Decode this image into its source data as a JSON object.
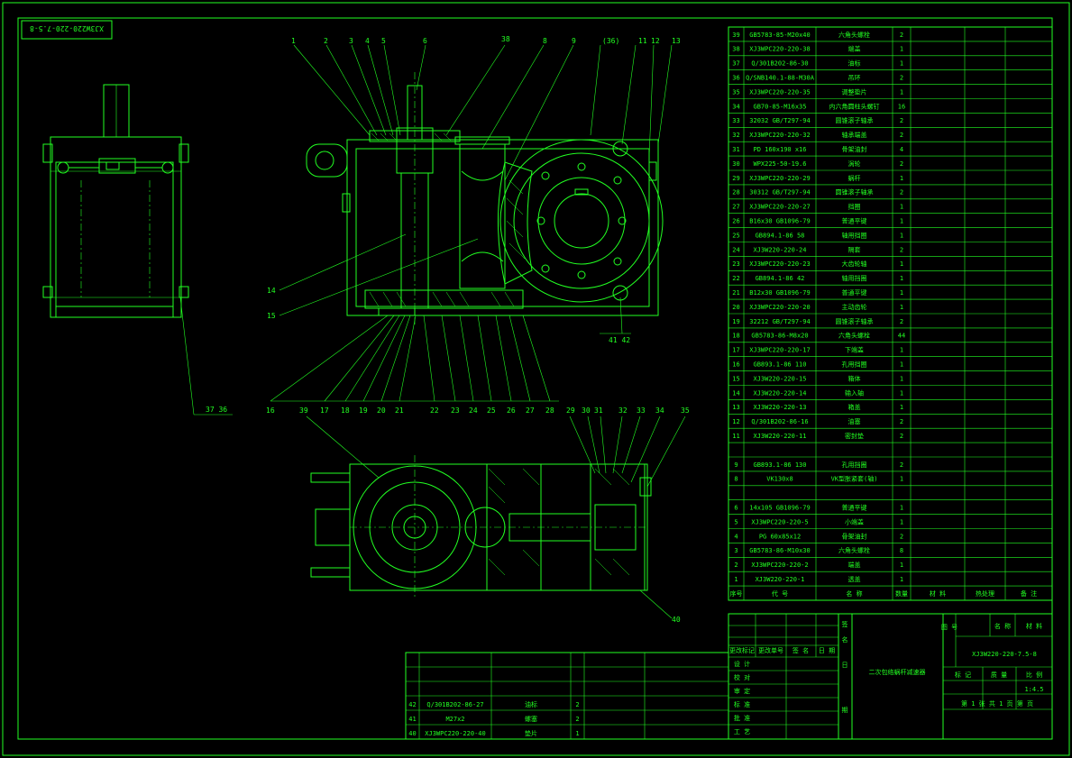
{
  "stamp": "XJ3W220-220-7.5-8",
  "drawing": {
    "top_view_labels": [
      "1",
      "2",
      "3",
      "4",
      "5",
      "6",
      "38",
      "8",
      "9",
      "(36)",
      "11",
      "12",
      "13"
    ],
    "side_labels": [
      "14",
      "15"
    ],
    "corner_labels": [
      "41 42",
      "37 36"
    ],
    "bottom_labels": [
      "16",
      "17",
      "18",
      "19",
      "20",
      "21",
      "22",
      "23",
      "24",
      "25",
      "26",
      "27",
      "28"
    ],
    "plan_labels": [
      "39",
      "29",
      "30",
      "31",
      "32",
      "33",
      "34",
      "35",
      "40"
    ]
  },
  "parts_list": {
    "rows": [
      {
        "no": "39",
        "code": "GB5783-85-M20x40",
        "name": "六角头螺栓",
        "qty": "2"
      },
      {
        "no": "38",
        "code": "XJ3WPC220-220-38",
        "name": "端盖",
        "qty": "1"
      },
      {
        "no": "37",
        "code": "Q/301B202-86-30",
        "name": "油标",
        "qty": "1"
      },
      {
        "no": "36",
        "code": "Q/SNB140.1-88-M30A",
        "name": "吊环",
        "qty": "2"
      },
      {
        "no": "35",
        "code": "XJ3WPC220-220-35",
        "name": "调整垫片",
        "qty": "1"
      },
      {
        "no": "34",
        "code": "GB70-85-M16x35",
        "name": "内六角圆柱头螺钉",
        "qty": "16"
      },
      {
        "no": "33",
        "code": "32032 GB/T297-94",
        "name": "圆锥滚子轴承",
        "qty": "2"
      },
      {
        "no": "32",
        "code": "XJ3WPC220-220-32",
        "name": "轴承端盖",
        "qty": "2"
      },
      {
        "no": "31",
        "code": "PD 160x190 x16",
        "name": "骨架油封",
        "qty": "4"
      },
      {
        "no": "30",
        "code": "WPX225-50-19.6",
        "name": "涡轮",
        "qty": "2"
      },
      {
        "no": "29",
        "code": "XJ3WPC220-220-29",
        "name": "蜗杆",
        "qty": "1"
      },
      {
        "no": "28",
        "code": "30312 GB/T297-94",
        "name": "圆锥滚子轴承",
        "qty": "2"
      },
      {
        "no": "27",
        "code": "XJ3WPC220-220-27",
        "name": "挡圈",
        "qty": "1"
      },
      {
        "no": "26",
        "code": "B16x30 GB1096-79",
        "name": "普通平键",
        "qty": "1"
      },
      {
        "no": "25",
        "code": "GB894.1-86 58",
        "name": "轴用挡圈",
        "qty": "1"
      },
      {
        "no": "24",
        "code": "XJ3W220-220-24",
        "name": "隔套",
        "qty": "2"
      },
      {
        "no": "23",
        "code": "XJ3WPC220-220-23",
        "name": "大齿轮轴",
        "qty": "1"
      },
      {
        "no": "22",
        "code": "GB894.1-86 42",
        "name": "轴用挡圈",
        "qty": "1"
      },
      {
        "no": "21",
        "code": "B12x30 GB1096-79",
        "name": "普通平键",
        "qty": "1"
      },
      {
        "no": "20",
        "code": "XJ3WPC220-220-20",
        "name": "主动齿轮",
        "qty": "1"
      },
      {
        "no": "19",
        "code": "32212 GB/T297-94",
        "name": "圆锥滚子轴承",
        "qty": "2"
      },
      {
        "no": "18",
        "code": "GB5783-86-M8x20",
        "name": "六角头螺栓",
        "qty": "44"
      },
      {
        "no": "17",
        "code": "XJ3WPC220-220-17",
        "name": "下端盖",
        "qty": "1"
      },
      {
        "no": "16",
        "code": "GB893.1-86 110",
        "name": "孔用挡圈",
        "qty": "1"
      },
      {
        "no": "15",
        "code": "XJ3W220-220-15",
        "name": "箱体",
        "qty": "1"
      },
      {
        "no": "14",
        "code": "XJ3W220-220-14",
        "name": "输入轴",
        "qty": "1"
      },
      {
        "no": "13",
        "code": "XJ3W220-220-13",
        "name": "箱盖",
        "qty": "1"
      },
      {
        "no": "12",
        "code": "Q/301B202-86-16",
        "name": "油塞",
        "qty": "2"
      },
      {
        "no": "11",
        "code": "XJ3W220-220-11",
        "name": "密封垫",
        "qty": "2"
      },
      {
        "no": "",
        "code": "",
        "name": "",
        "qty": ""
      },
      {
        "no": "9",
        "code": "GB893.1-86 130",
        "name": "孔用挡圈",
        "qty": "2"
      },
      {
        "no": "8",
        "code": "VK130x8",
        "name": "VK型胀紧套(轴)",
        "qty": "1"
      },
      {
        "no": "",
        "code": "",
        "name": "",
        "qty": ""
      },
      {
        "no": "6",
        "code": "14x105 GB1096-79",
        "name": "普通平键",
        "qty": "1"
      },
      {
        "no": "5",
        "code": "XJ3WPC220-220-5",
        "name": "小端盖",
        "qty": "1"
      },
      {
        "no": "4",
        "code": "PG 60x85x12",
        "name": "骨架油封",
        "qty": "2"
      },
      {
        "no": "3",
        "code": "GB5783-86-M10x30",
        "name": "六角头螺栓",
        "qty": "8"
      },
      {
        "no": "2",
        "code": "XJ3WPC220-220-2",
        "name": "端盖",
        "qty": "1"
      },
      {
        "no": "1",
        "code": "XJ3W220-220-1",
        "name": "透盖",
        "qty": "1"
      }
    ],
    "header": [
      "序号",
      "代 号",
      "名 称",
      "数量",
      "材 料",
      "热处理",
      "备 注"
    ]
  },
  "extra_parts": {
    "rows": [
      {
        "no": "42",
        "code": "Q/301B202-86-27",
        "name": "油标",
        "qty": "2"
      },
      {
        "no": "41",
        "code": "M27x2",
        "name": "螺塞",
        "qty": "2"
      },
      {
        "no": "40",
        "code": "XJ3WPC220-220-40",
        "name": "垫片",
        "qty": "1"
      }
    ]
  },
  "title_block": {
    "drawing_no": "XJ3W220-220-7.5-8",
    "title": "二次包络蜗杆减速器",
    "scale": "1:4.5",
    "sheet_info": "第 1 张  共 1 页  第  页",
    "col_heads": [
      "标 记",
      "质 量",
      "比 例"
    ],
    "roles": [
      "设 计",
      "校 对",
      "审 定",
      "标 准",
      "批 准",
      "工 艺"
    ],
    "side_marks": [
      "签",
      "名",
      "日",
      "期"
    ],
    "small": [
      "更改标记",
      "更改单号",
      "签 名",
      "日 期"
    ],
    "misc": [
      "图 号",
      "名 称",
      "材 料"
    ]
  }
}
